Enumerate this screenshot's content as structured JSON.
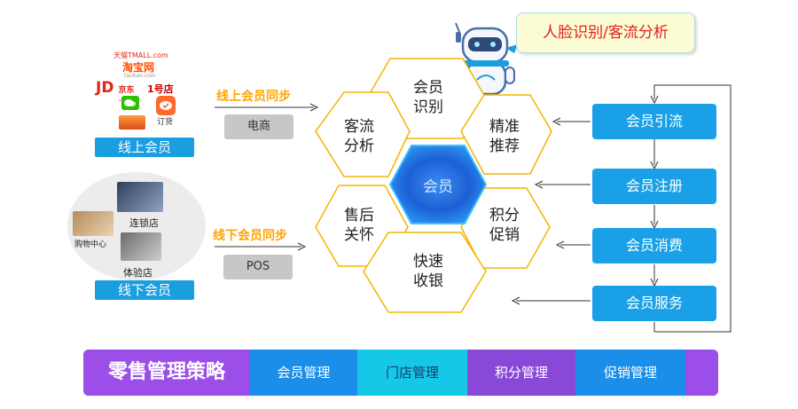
{
  "online": {
    "logos": {
      "tmall": "天猫TMALL.com",
      "taobao": "淘宝网",
      "taobao_sub": "taobao.com",
      "jd": "JD",
      "jd_cn": "京东",
      "jd_com": ".COM",
      "yhd": "1号店",
      "order": "订货"
    },
    "label": "线上会员",
    "sync": "线上会员同步",
    "channel": "电商"
  },
  "offline": {
    "stores": {
      "chain": "连锁店",
      "mall": "购物中心",
      "experience": "体验店"
    },
    "label": "线下会员",
    "sync": "线下会员同步",
    "channel": "POS"
  },
  "robot_bubble": "人脸识别/客流分析",
  "hexes": {
    "center": "会员",
    "top": "会员识别",
    "top_left": "客流分析",
    "top_right": "精准推荐",
    "bottom_left": "售后关怀",
    "bottom_right": "积分促销",
    "bottom": "快速收银"
  },
  "flow": [
    "会员引流",
    "会员注册",
    "会员消费",
    "会员服务"
  ],
  "bottom_bar": {
    "title": "零售管理策略",
    "items": [
      "会员管理",
      "门店管理",
      "积分管理",
      "促销管理"
    ]
  },
  "colors": {
    "accent_blue": "#1aa0e6",
    "hex_border": "#f5b400",
    "sync_orange": "#ffa500",
    "purple": "#9b4ee8"
  }
}
